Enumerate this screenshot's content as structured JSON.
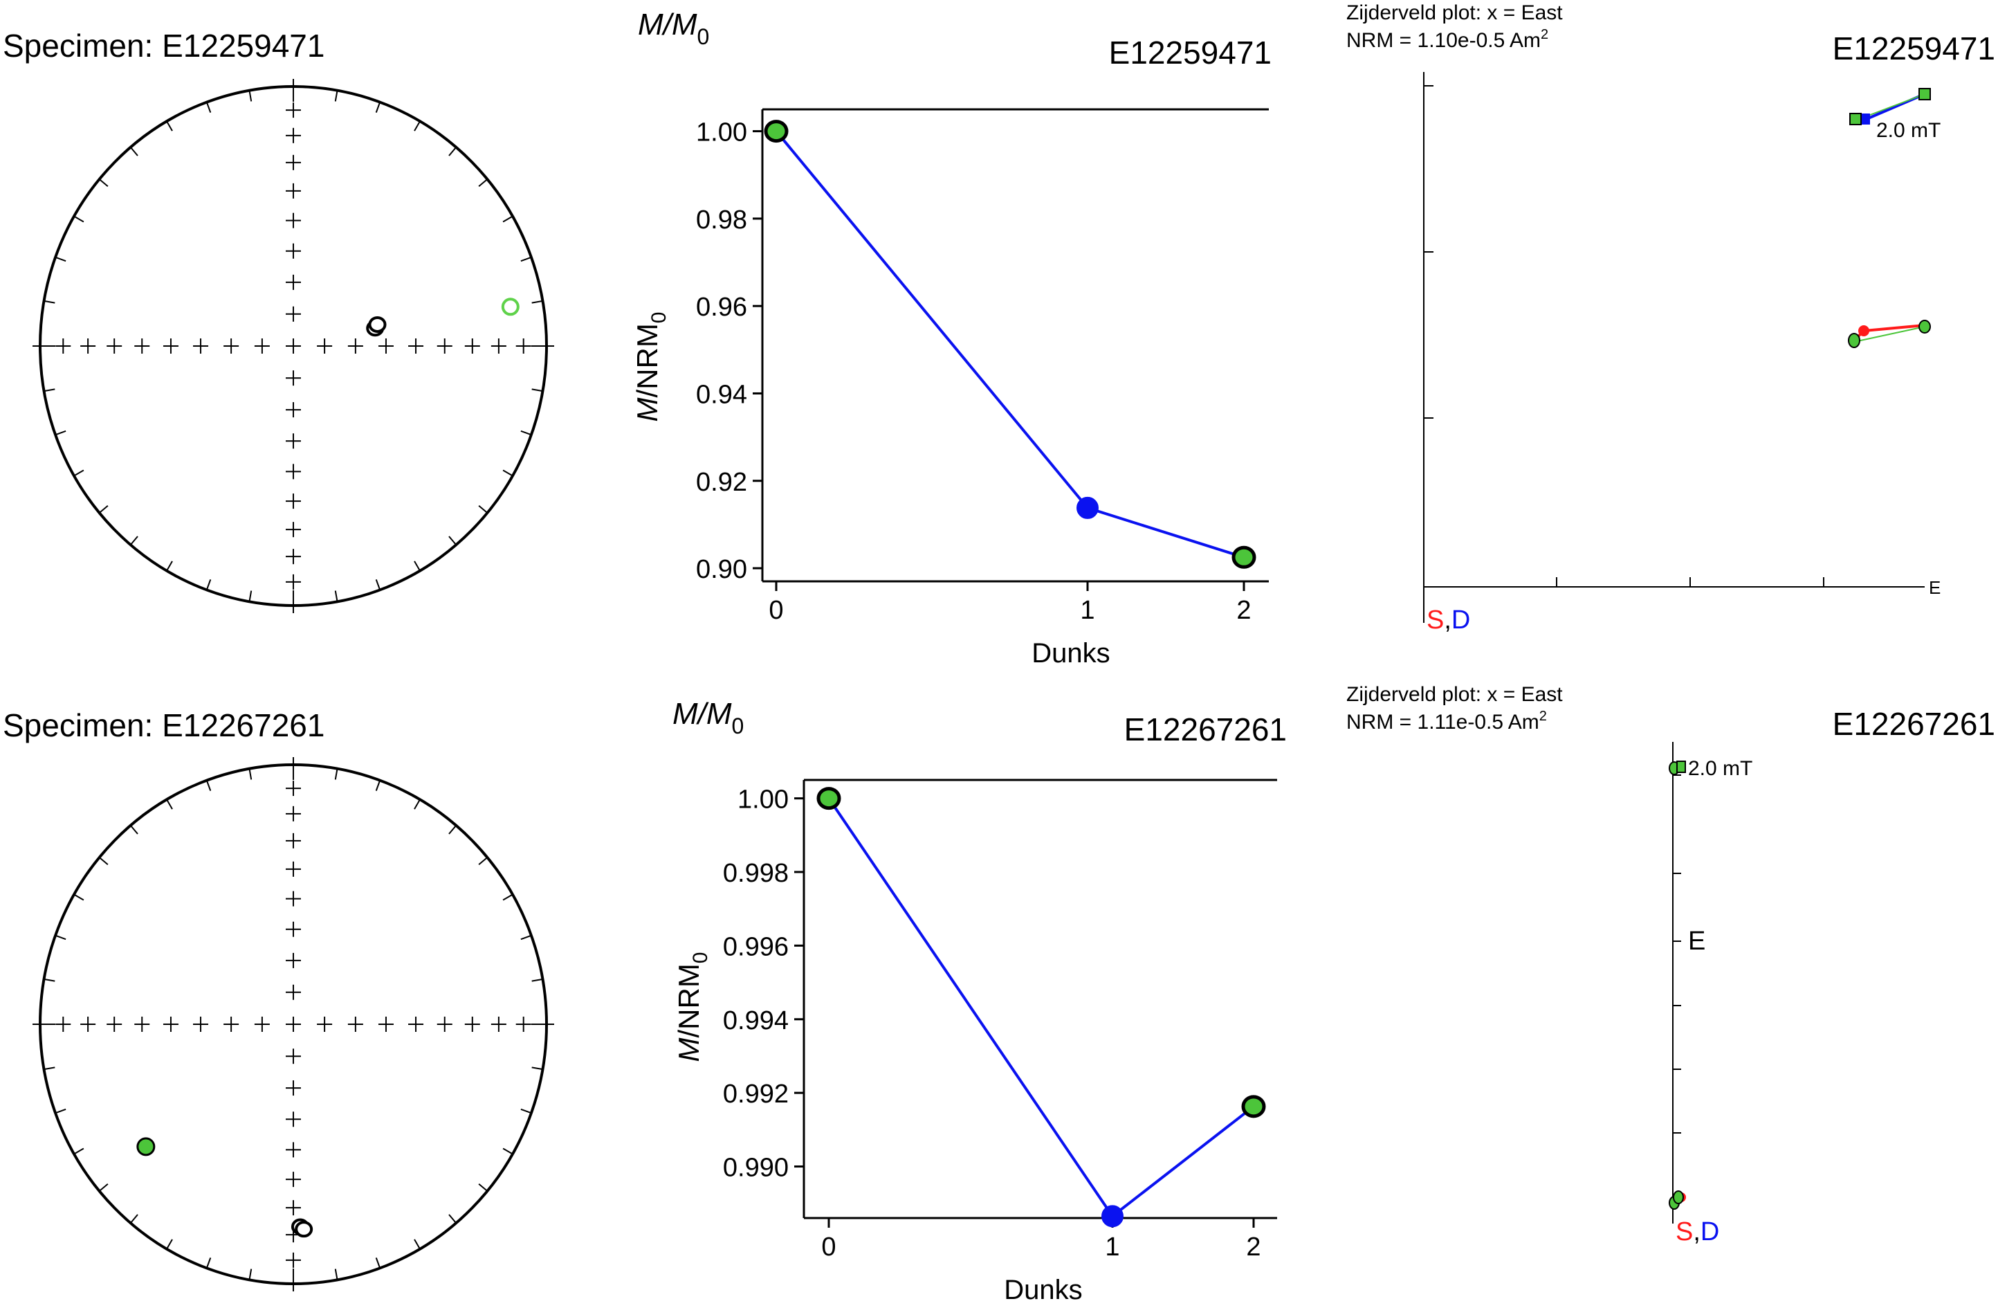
{
  "colors": {
    "green": "#4cc53a",
    "green_open": "#5fd24a",
    "blue": "#0a12f0",
    "red": "#ff1a1a",
    "black": "#000000"
  },
  "specimens": [
    {
      "specimen_label": "Specimen: E12259471",
      "title": "E12259471",
      "stereonet": {
        "points": [
          {
            "dec": 78,
            "inc": 63,
            "style": "black-open"
          },
          {
            "dec": 76,
            "inc": 62,
            "style": "black-open"
          },
          {
            "dec": 80,
            "inc": 14,
            "style": "green-open"
          }
        ]
      },
      "demag": {
        "header": "M/M0",
        "ylabel": "M/NRM0",
        "xlabel": "Dunks",
        "xticks": [
          "0",
          "1",
          "2"
        ],
        "yticks": [
          "1.00",
          "0.98",
          "0.96",
          "0.94",
          "0.92",
          "0.90"
        ]
      },
      "zij": {
        "title_line1": "Zijderveld plot: x = East",
        "nrm_text": "NRM = 1.10e-0.5 Am",
        "nrm_sup": "2",
        "step_label": "2.0 mT",
        "axis_label_end": "E",
        "label_S": "S",
        "label_sep": ",",
        "label_D": "D"
      }
    },
    {
      "specimen_label": "Specimen: E12267261",
      "title": "E12267261",
      "stereonet": {
        "points": [
          {
            "dec": 231,
            "inc": 26,
            "style": "green-filled"
          },
          {
            "dec": 178,
            "inc": 23,
            "style": "black-open"
          },
          {
            "dec": 177,
            "inc": 22,
            "style": "black-open"
          }
        ]
      },
      "demag": {
        "header": "M/M0",
        "ylabel": "M/NRM0",
        "xlabel": "Dunks",
        "xticks": [
          "0",
          "1",
          "2"
        ],
        "yticks": [
          "1.00",
          "0.998",
          "0.996",
          "0.994",
          "0.992",
          "0.990"
        ]
      },
      "zij": {
        "title_line1": "Zijderveld plot: x = East",
        "nrm_text": "NRM = 1.11e-0.5 Am",
        "nrm_sup": "2",
        "step_label": "2.0 mT",
        "axis_label_end": "E",
        "label_S": "S",
        "label_sep": ",",
        "label_D": "D"
      }
    }
  ],
  "chart_data": [
    {
      "type": "scatter",
      "subtype": "equal-area stereonet",
      "specimen": "E12259471",
      "series": [
        {
          "name": "",
          "points": [
            {
              "dec": 78,
              "inc": 63
            },
            {
              "dec": 76,
              "inc": 62
            },
            {
              "dec": 80,
              "inc": 14
            }
          ]
        }
      ]
    },
    {
      "type": "line",
      "specimen": "E12259471",
      "title": "E12259471",
      "xlabel": "Dunks",
      "ylabel": "M/NRM0",
      "x": [
        0,
        1,
        2
      ],
      "values": [
        1.0,
        0.9138,
        0.9025
      ],
      "ylim": [
        0.897,
        1.005
      ],
      "markers": [
        "green",
        "blue",
        "green"
      ]
    },
    {
      "type": "line",
      "subtype": "zijderveld",
      "specimen": "E12259471",
      "series": [
        {
          "name": "horizontal",
          "x": [
            0.867,
            0.895,
            1.0
          ],
          "y": [
            0.885,
            0.884,
            0.95
          ]
        },
        {
          "name": "vertical",
          "x": [
            0.867,
            0.877,
            1.0
          ],
          "y": [
            0.3,
            0.315,
            0.325
          ]
        }
      ]
    },
    {
      "type": "scatter",
      "subtype": "equal-area stereonet",
      "specimen": "E12267261",
      "series": [
        {
          "name": "",
          "points": [
            {
              "dec": 231,
              "inc": 26
            },
            {
              "dec": 178,
              "inc": 23
            },
            {
              "dec": 177,
              "inc": 22
            }
          ]
        }
      ]
    },
    {
      "type": "line",
      "specimen": "E12267261",
      "title": "E12267261",
      "xlabel": "Dunks",
      "ylabel": "M/NRM0",
      "x": [
        0,
        1,
        2
      ],
      "values": [
        1.0,
        0.98865,
        0.99163
      ],
      "ylim": [
        0.9886,
        1.0005
      ],
      "markers": [
        "green",
        "blue",
        "green"
      ]
    },
    {
      "type": "line",
      "subtype": "zijderveld",
      "specimen": "E12267261",
      "series": [
        {
          "name": "horizontal",
          "x": [
            0.02,
            0.04
          ],
          "y": [
            1.0,
            1.0
          ]
        },
        {
          "name": "vertical",
          "x": [
            0.01,
            0.03
          ],
          "y": [
            0.02,
            0.03
          ]
        }
      ]
    }
  ]
}
